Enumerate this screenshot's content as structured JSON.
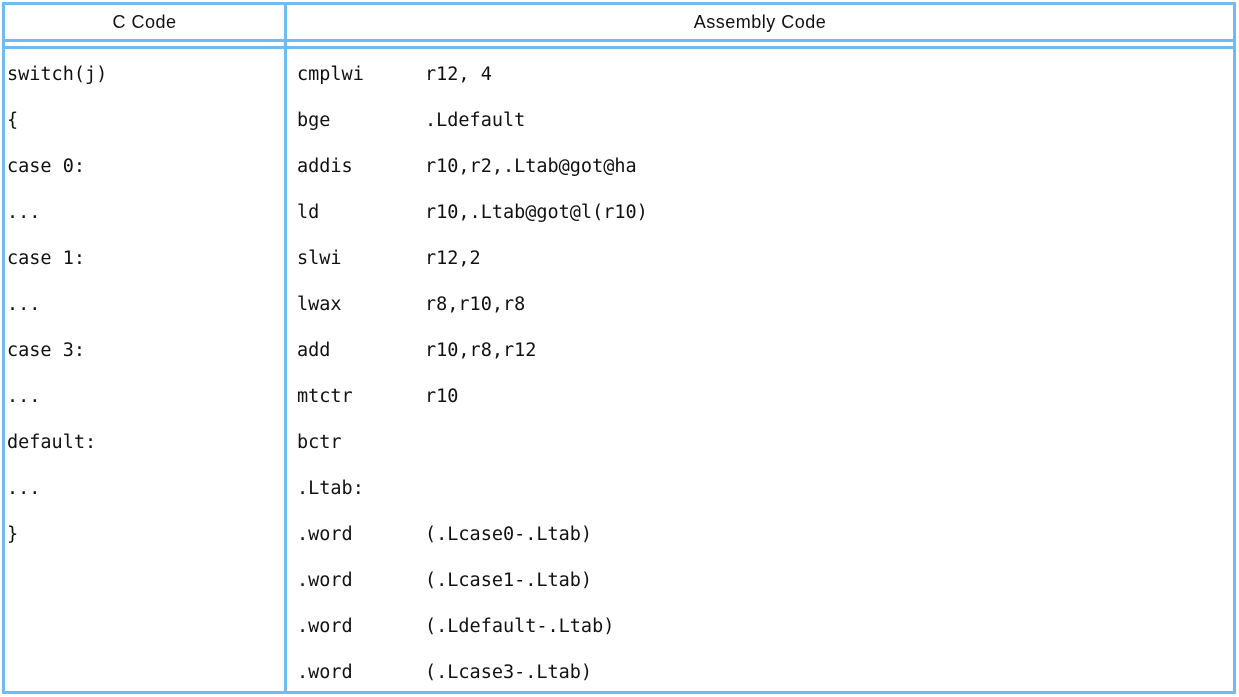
{
  "table": {
    "border_color": "#70bcf2",
    "header": {
      "c_code": "C Code",
      "assembly": "Assembly Code"
    },
    "c_code_lines": [
      "switch(j)",
      "{",
      "case 0:",
      "...",
      "case 1:",
      "...",
      "case 3:",
      "...",
      "default:",
      "...",
      "}"
    ],
    "assembly_lines": [
      {
        "mnemonic": "cmplwi",
        "operands": "r12, 4"
      },
      {
        "mnemonic": "bge",
        "operands": ".Ldefault"
      },
      {
        "mnemonic": "addis",
        "operands": "r10,r2,.Ltab@got@ha"
      },
      {
        "mnemonic": "ld",
        "operands": "r10,.Ltab@got@l(r10)"
      },
      {
        "mnemonic": "slwi",
        "operands": "r12,2"
      },
      {
        "mnemonic": "lwax",
        "operands": "r8,r10,r8"
      },
      {
        "mnemonic": "add",
        "operands": "r10,r8,r12"
      },
      {
        "mnemonic": "mtctr",
        "operands": "r10"
      },
      {
        "mnemonic": "bctr",
        "operands": ""
      },
      {
        "mnemonic": ".Ltab:",
        "operands": ""
      },
      {
        "mnemonic": ".word",
        "operands": "(.Lcase0-.Ltab)"
      },
      {
        "mnemonic": ".word",
        "operands": "(.Lcase1-.Ltab)"
      },
      {
        "mnemonic": ".word",
        "operands": "(.Ldefault-.Ltab)"
      },
      {
        "mnemonic": ".word",
        "operands": "(.Lcase3-.Ltab)"
      }
    ]
  }
}
